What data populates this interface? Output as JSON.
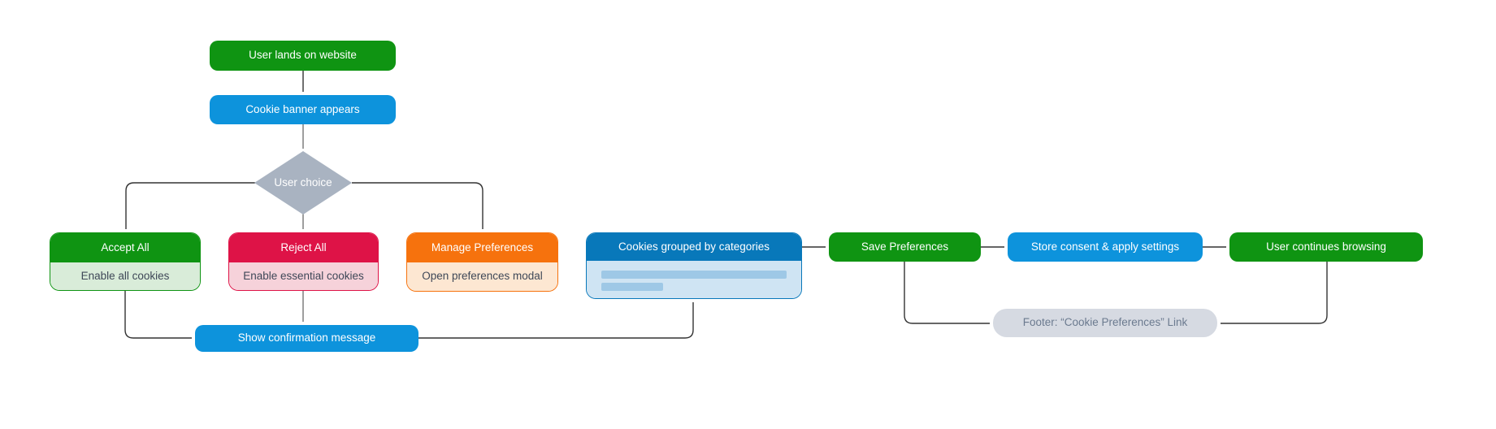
{
  "palette": {
    "green": "#0f9412",
    "green-light": "#d9ecd9",
    "azure": "#0d93dc",
    "blue-dark": "#0878ba",
    "blue-light": "#cfe4f3",
    "blue-bar": "#9ec8e6",
    "red": "#de1347",
    "red-light": "#f6d2da",
    "orange": "#f6720d",
    "orange-light": "#fde7d2",
    "diamond-gray": "#a9b3c1",
    "footer-gray": "#d6dae2",
    "footer-text": "#6b7a8f",
    "body-text": "#3e4757",
    "edge": "#333333",
    "edge-gray": "#757575"
  },
  "nodes": {
    "lands": {
      "label": "User lands on website"
    },
    "banner": {
      "label": "Cookie banner appears"
    },
    "choice": {
      "label": "User choice"
    },
    "accept": {
      "label": "Accept All",
      "sublabel": "Enable all cookies"
    },
    "reject": {
      "label": "Reject All",
      "sublabel": "Enable essential cookies"
    },
    "manage": {
      "label": "Manage Preferences",
      "sublabel": "Open preferences modal"
    },
    "grouped": {
      "label": "Cookies grouped by categories"
    },
    "save": {
      "label": "Save Preferences"
    },
    "store": {
      "label": "Store consent & apply settings"
    },
    "continue": {
      "label": "User continues browsing"
    },
    "confirm": {
      "label": "Show confirmation message"
    },
    "footer": {
      "label": "Footer: “Cookie Preferences” Link"
    }
  }
}
